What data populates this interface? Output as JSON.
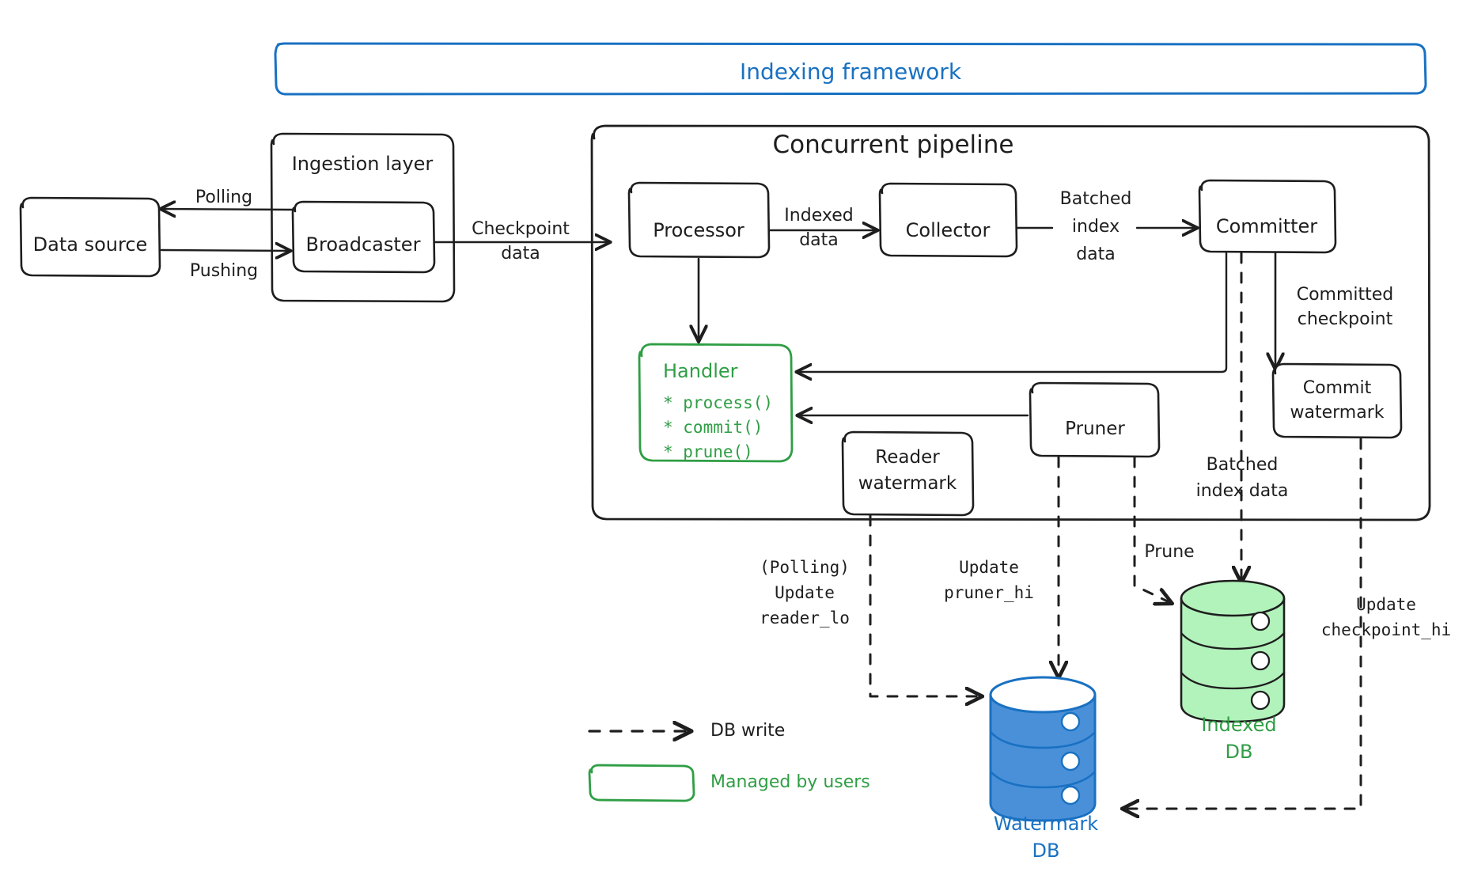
{
  "title": "Indexing framework",
  "colors": {
    "ink": "#1e1e1e",
    "blue_stroke": "#1971c2",
    "blue_fill": "#4a90d9",
    "green_stroke": "#2f9e44",
    "green_fill": "#b2f2bb",
    "white": "#ffffff"
  },
  "containers": {
    "framework": {
      "label": "Indexing framework"
    },
    "ingestion": {
      "label": "Ingestion layer"
    },
    "pipeline": {
      "label": "Concurrent pipeline"
    }
  },
  "nodes": {
    "data_source": "Data source",
    "broadcaster": "Broadcaster",
    "processor": "Processor",
    "collector": "Collector",
    "committer": "Committer",
    "commit_watermark": "Commit\nwatermark",
    "commit_watermark_l1": "Commit",
    "commit_watermark_l2": "watermark",
    "reader_watermark_l1": "Reader",
    "reader_watermark_l2": "watermark",
    "pruner": "Pruner"
  },
  "handler": {
    "title": "Handler",
    "methods": [
      "* process()",
      "* commit()",
      "* prune()"
    ]
  },
  "databases": {
    "watermark_db": {
      "line1": "Watermark",
      "line2": "DB",
      "color": "#1971c2"
    },
    "indexed_db": {
      "line1": "Indexed",
      "line2": "DB",
      "color": "#2f9e44"
    }
  },
  "edge_labels": {
    "polling": "Polling",
    "pushing": "Pushing",
    "checkpoint_data_l1": "Checkpoint",
    "checkpoint_data_l2": "data",
    "indexed_data_l1": "Indexed",
    "indexed_data_l2": "data",
    "batched_index_data_l1": "Batched",
    "batched_index_data_l2": "index",
    "batched_index_data_l3": "data",
    "committed_checkpoint_l1": "Committed",
    "committed_checkpoint_l2": "checkpoint",
    "batched_index_data2_l1": "Batched",
    "batched_index_data2_l2": "index data",
    "prune": "Prune",
    "polling_update_reader_lo_l1": "(Polling)",
    "polling_update_reader_lo_l2": "Update",
    "polling_update_reader_lo_l3": "reader_lo",
    "update_pruner_hi_l1": "Update",
    "update_pruner_hi_l2": "pruner_hi",
    "update_checkpoint_hi_l1": "Update",
    "update_checkpoint_hi_l2": "checkpoint_hi"
  },
  "legend": {
    "db_write": "DB write",
    "managed_by_users": "Managed by users"
  }
}
